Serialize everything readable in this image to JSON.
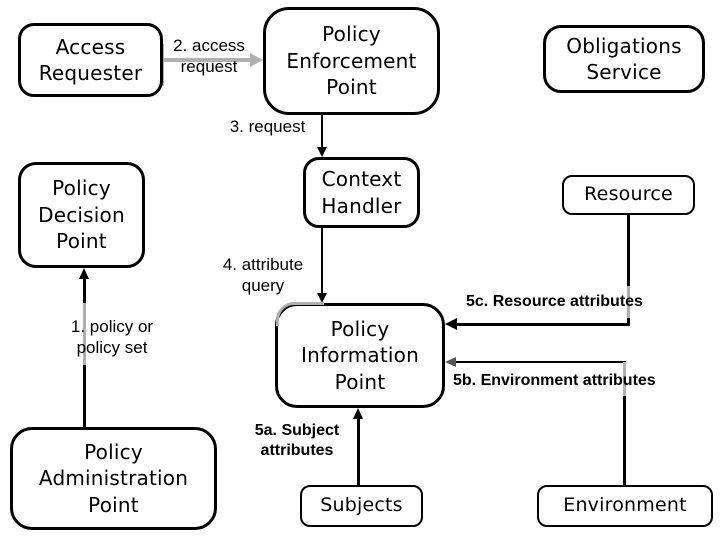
{
  "diagram": {
    "type": "flow-diagram",
    "background": "#ffffff",
    "colors": {
      "box_border": "#000000",
      "line_black": "#000000",
      "connector_gray": "#b0b0b0",
      "text": "#000000"
    },
    "nodes": {
      "access_requester": {
        "label": "Access Requester"
      },
      "policy_enforcement_point": {
        "label": "Policy Enforcement Point"
      },
      "obligations_service": {
        "label": "Obligations Service"
      },
      "policy_decision_point": {
        "label": "Policy Decision Point"
      },
      "context_handler": {
        "label": "Context Handler"
      },
      "resource": {
        "label": "Resource"
      },
      "policy_information_point": {
        "label": "Policy Information Point"
      },
      "policy_administration_point": {
        "label": "Policy Administration Point"
      },
      "subjects": {
        "label": "Subjects"
      },
      "environment": {
        "label": "Environment"
      }
    },
    "edges": {
      "access_request": {
        "label": "2. access request",
        "from": "access_requester",
        "to": "policy_enforcement_point"
      },
      "request": {
        "label": "3. request",
        "from": "policy_enforcement_point",
        "to": "context_handler"
      },
      "attribute_query": {
        "label": "4. attribute query",
        "from": "context_handler",
        "to": "policy_information_point"
      },
      "policy_or_policy_set": {
        "label": "1. policy or policy set",
        "from": "policy_administration_point",
        "to": "policy_decision_point"
      },
      "subject_attributes": {
        "label": "5a. Subject attributes",
        "from": "subjects",
        "to": "policy_information_point"
      },
      "environment_attributes": {
        "label": "5b. Environment attributes",
        "from": "environment",
        "to": "policy_information_point"
      },
      "resource_attributes": {
        "label": "5c. Resource attributes",
        "from": "resource",
        "to": "policy_information_point"
      }
    }
  }
}
